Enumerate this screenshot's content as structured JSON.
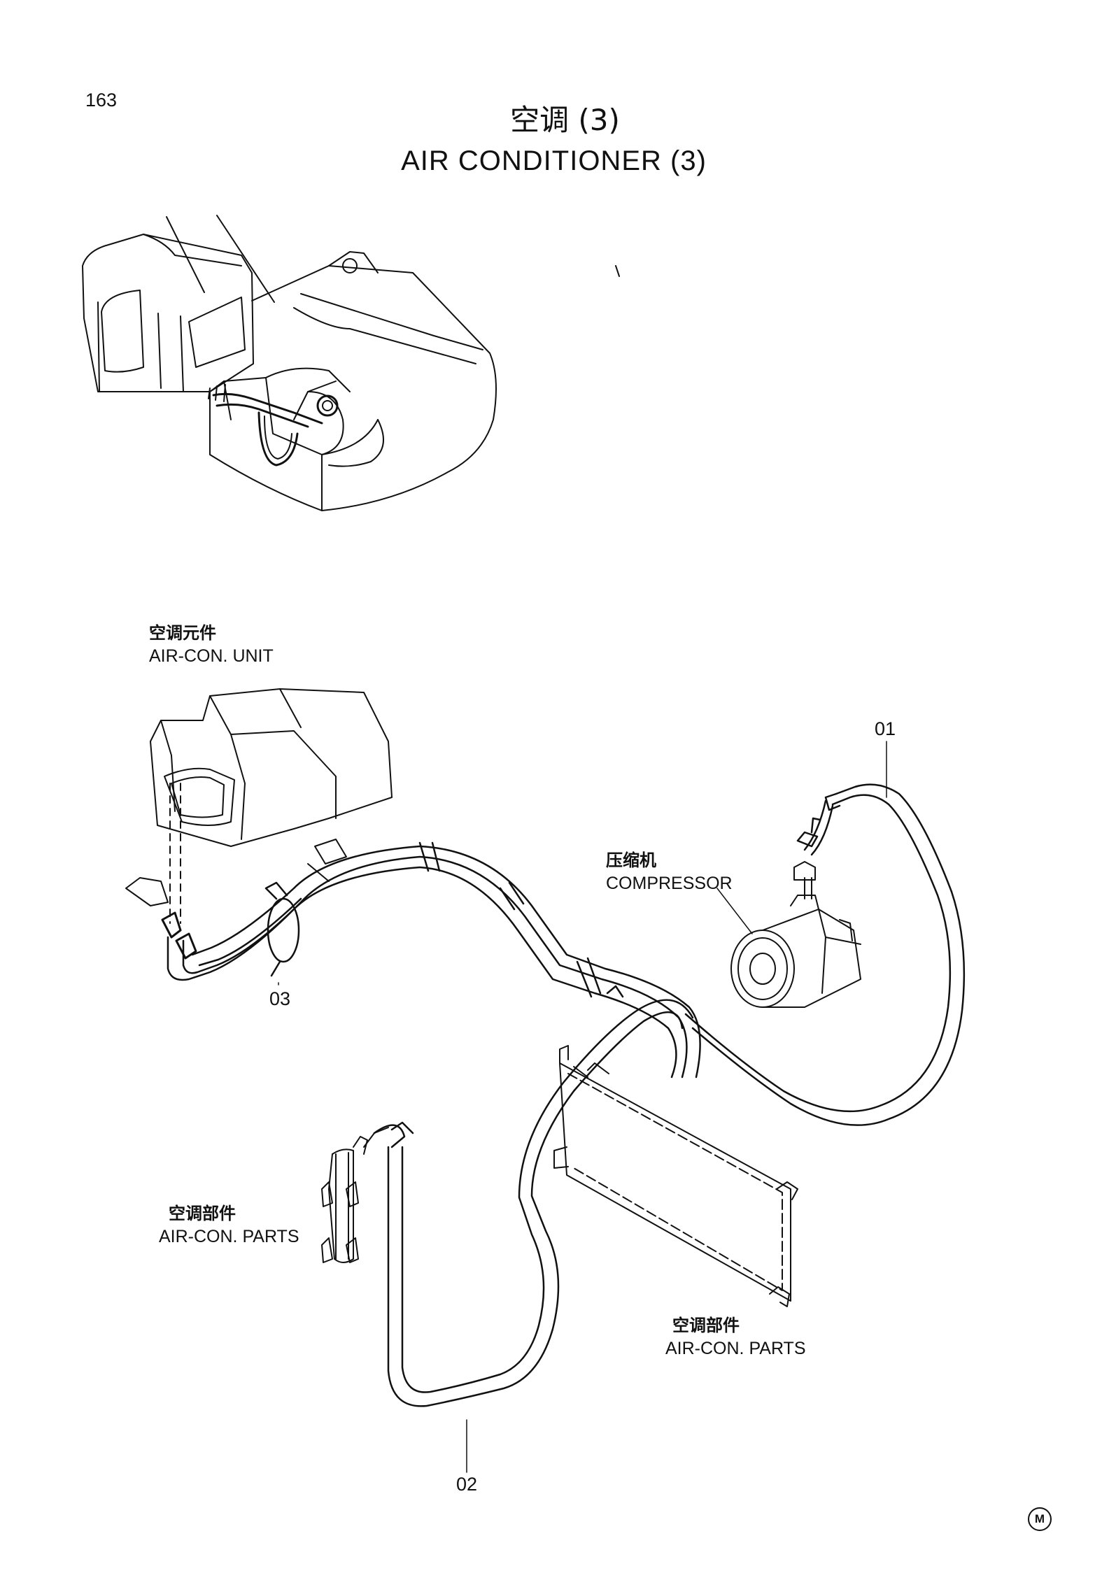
{
  "page_number": "163",
  "title": {
    "zh": "空调 (3)",
    "en": "AIR CONDITIONER (3)"
  },
  "labels": {
    "air_con_unit": {
      "zh": "空调元件",
      "en": "AIR-CON. UNIT"
    },
    "compressor": {
      "zh": "压缩机",
      "en": "COMPRESSOR"
    },
    "air_con_parts_left": {
      "zh": "空调部件",
      "en": "AIR-CON. PARTS"
    },
    "air_con_parts_right": {
      "zh": "空调部件",
      "en": "AIR-CON. PARTS"
    }
  },
  "callouts": [
    "01",
    "02",
    "03"
  ],
  "corner_mark": "M"
}
